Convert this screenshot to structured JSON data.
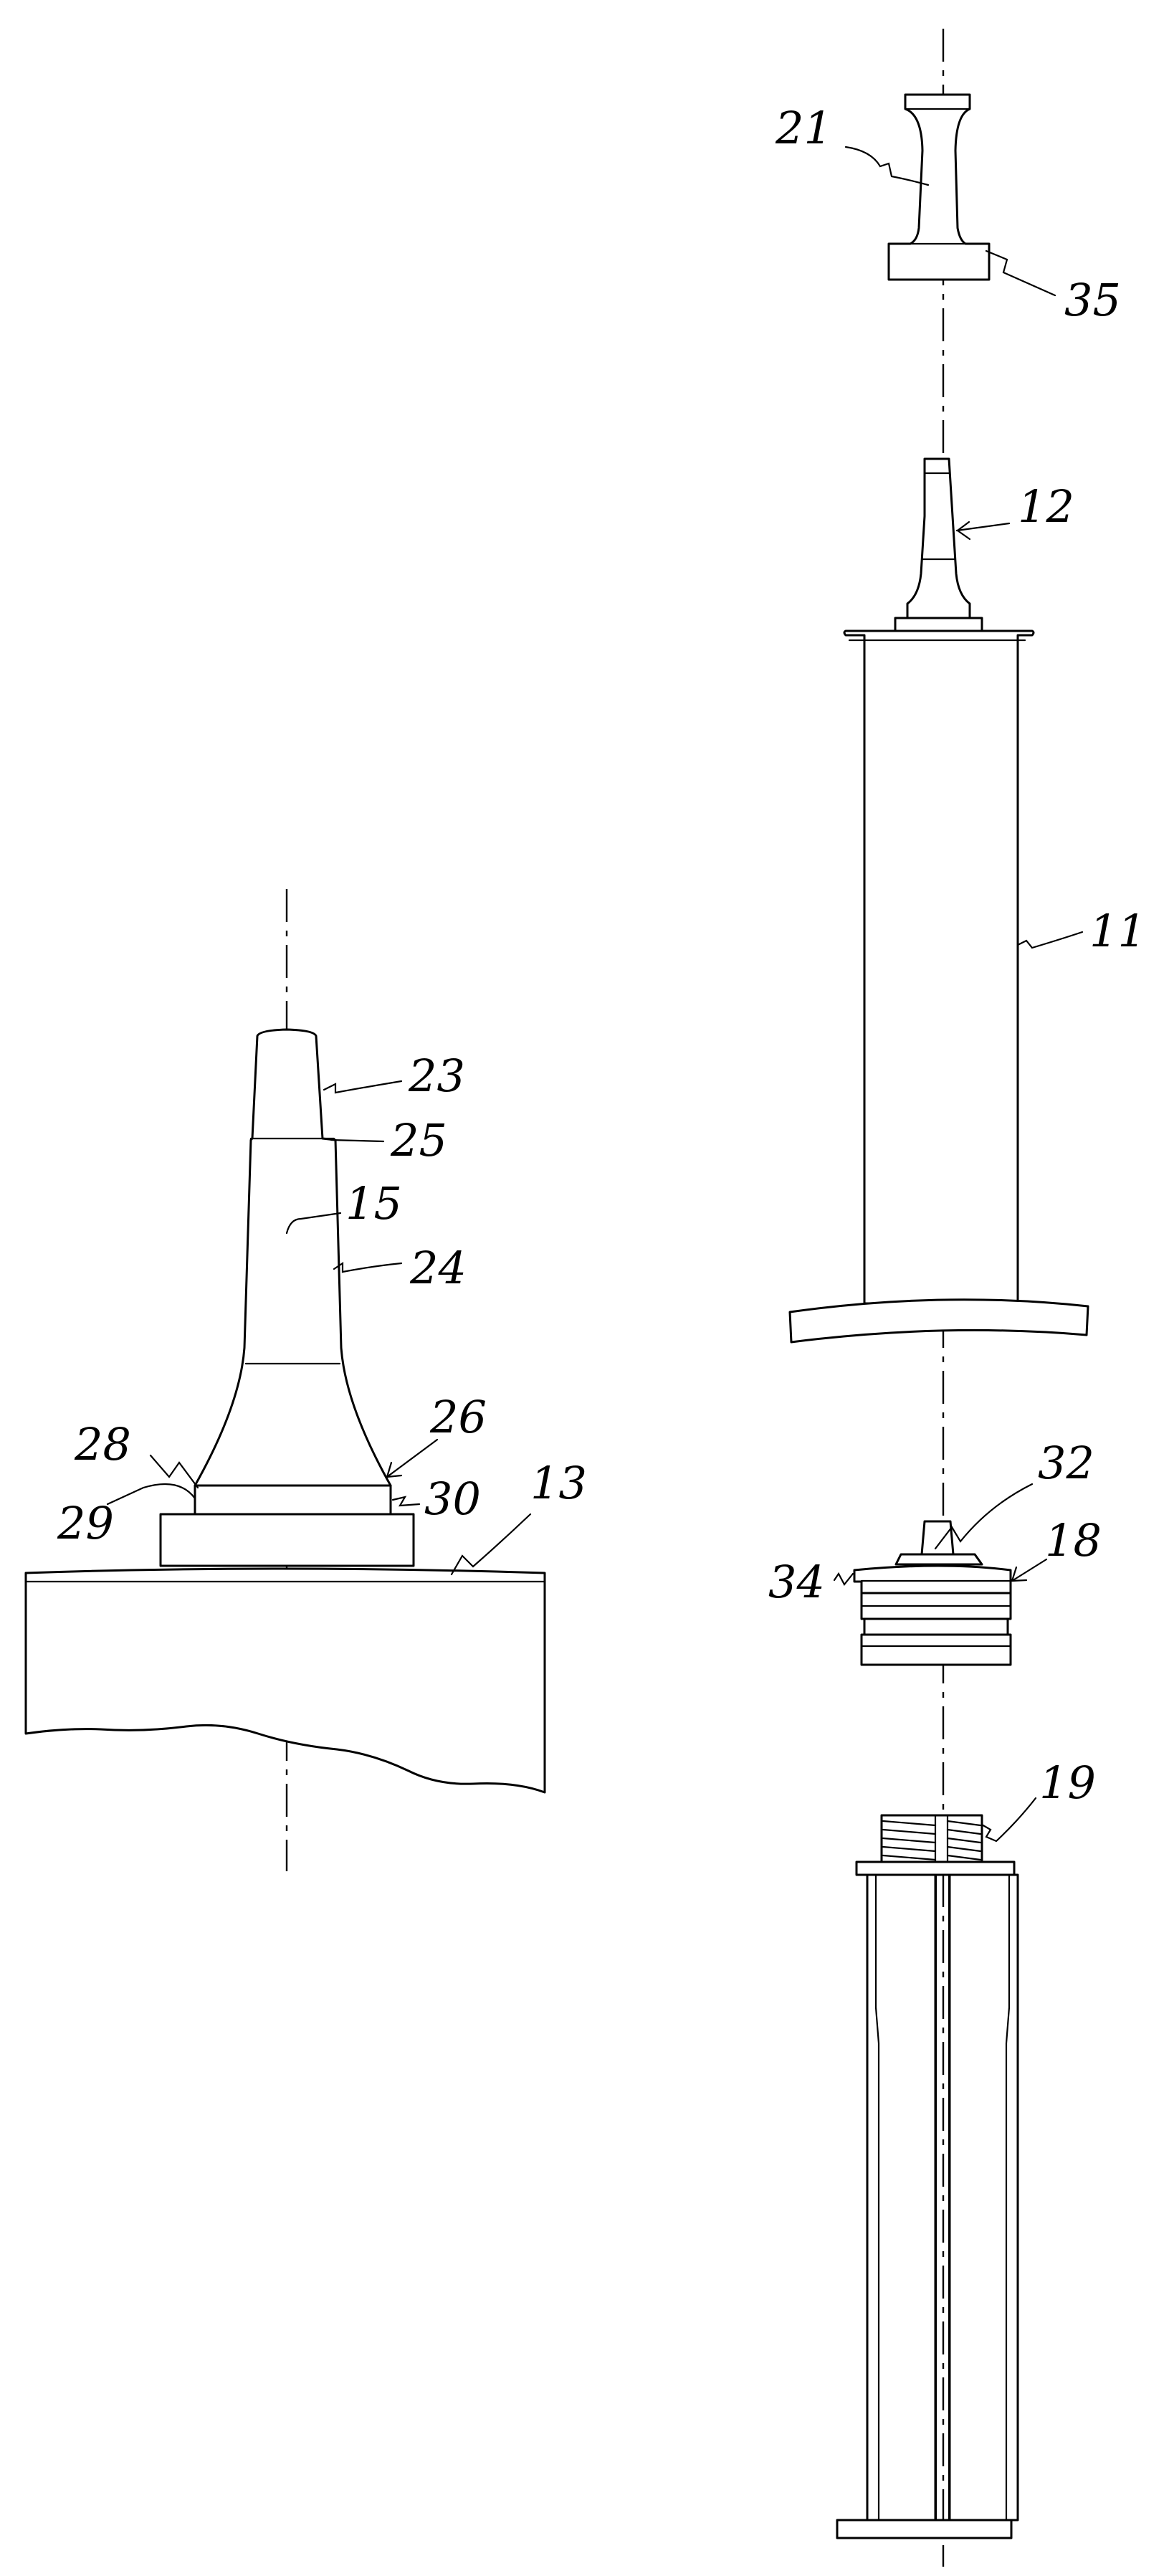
{
  "labels": {
    "l21": "21",
    "l35": "35",
    "l12": "12",
    "l11": "11",
    "l32": "32",
    "l18": "18",
    "l34": "34",
    "l19": "19",
    "l23": "23",
    "l25": "25",
    "l15": "15",
    "l24": "24",
    "l26": "26",
    "l28": "28",
    "l29": "29",
    "l30": "30",
    "l13": "13"
  }
}
